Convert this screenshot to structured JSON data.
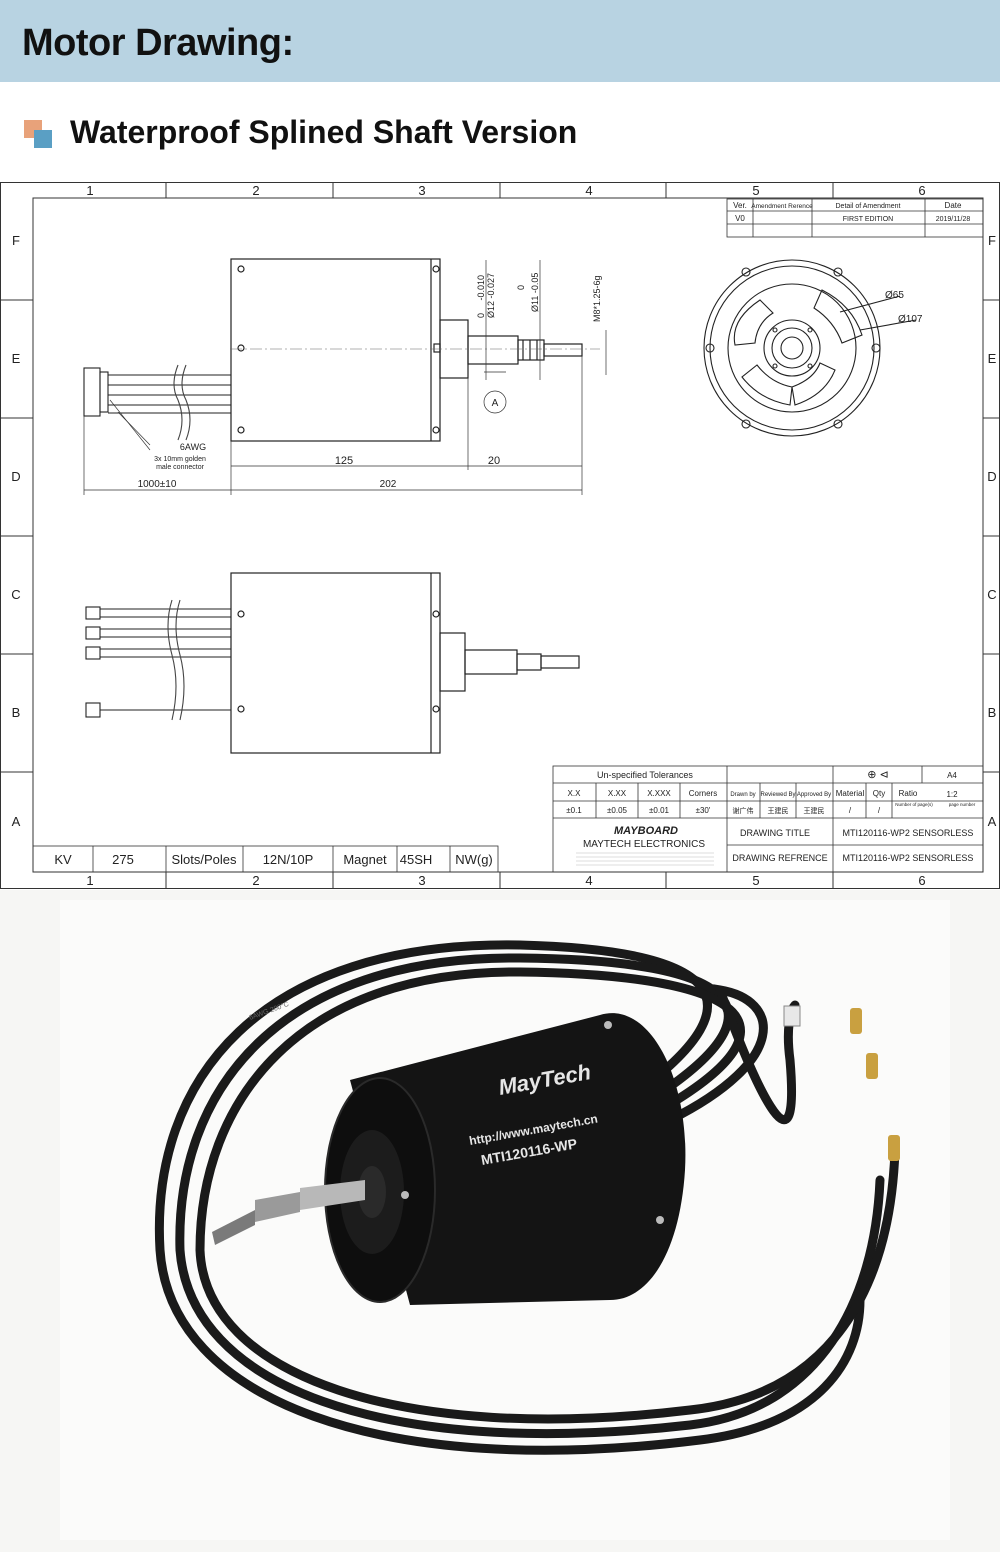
{
  "header": {
    "title": "Motor Drawing:"
  },
  "section": {
    "title": "Waterproof Splined Shaft Version"
  },
  "drawing": {
    "frame": {
      "cols": [
        "1",
        "2",
        "3",
        "4",
        "5",
        "6"
      ],
      "rows": [
        "F",
        "E",
        "D",
        "C",
        "B",
        "A"
      ]
    },
    "revision": {
      "headers": [
        "Ver.",
        "Amendment Rerence",
        "Detail of Amendment",
        "Date"
      ],
      "row": [
        "V0",
        "",
        "FIRST EDITION",
        "2019/11/28"
      ]
    },
    "dims": {
      "tol1": "0     -0.010",
      "tol1b": "Ø12 -0.027",
      "tol2": "0",
      "tol2b": "Ø11 -0.05",
      "thread": "M8*1.25-6g",
      "awg": "6AWG",
      "connector1": "3x 10mm golden",
      "connector2": "male connector",
      "d125": "125",
      "d20": "20",
      "d1000": "1000±10",
      "d202": "202",
      "detail": "A",
      "phi65": "Ø65",
      "phi107": "Ø107"
    },
    "specs": [
      {
        "label": "KV",
        "value": "275"
      },
      {
        "label": "Slots/Poles",
        "value": "12N/10P"
      },
      {
        "label": "Magnet",
        "value": "45SH"
      },
      {
        "label": "NW(g)",
        "value": ""
      }
    ],
    "titleblock": {
      "tol_title": "Un-specified Tolerances",
      "tol_headers": [
        "X.X",
        "X.XX",
        "X.XXX",
        "Corners"
      ],
      "tol_values": [
        "±0.1",
        "±0.05",
        "±0.01",
        "±30'"
      ],
      "sheet": "A4",
      "roles": [
        "Drawn by",
        "Reviewed By",
        "Approved By"
      ],
      "names": [
        "谢广伟",
        "王建民",
        "王建民"
      ],
      "mat_headers": [
        "Material",
        "Qty",
        "Ratio"
      ],
      "mat_values": [
        "/",
        "/",
        "1:2"
      ],
      "page_labels": [
        "Number of page(s)",
        "page number"
      ],
      "brand": "MAYBOARD",
      "company": "MAYTECH ELECTRONICS",
      "drawing_title_label": "DRAWING TITLE",
      "drawing_title": "MTI120116-WP2 SENSORLESS",
      "drawing_ref_label": "DRAWING REFRENCE",
      "drawing_ref": "MTI120116-WP2 SENSORLESS"
    }
  },
  "photo": {
    "brand": "MayTech",
    "url": "http://www.maytech.cn",
    "model": "MTI120116-WP",
    "cable_mark": "6AWG 200°C"
  }
}
